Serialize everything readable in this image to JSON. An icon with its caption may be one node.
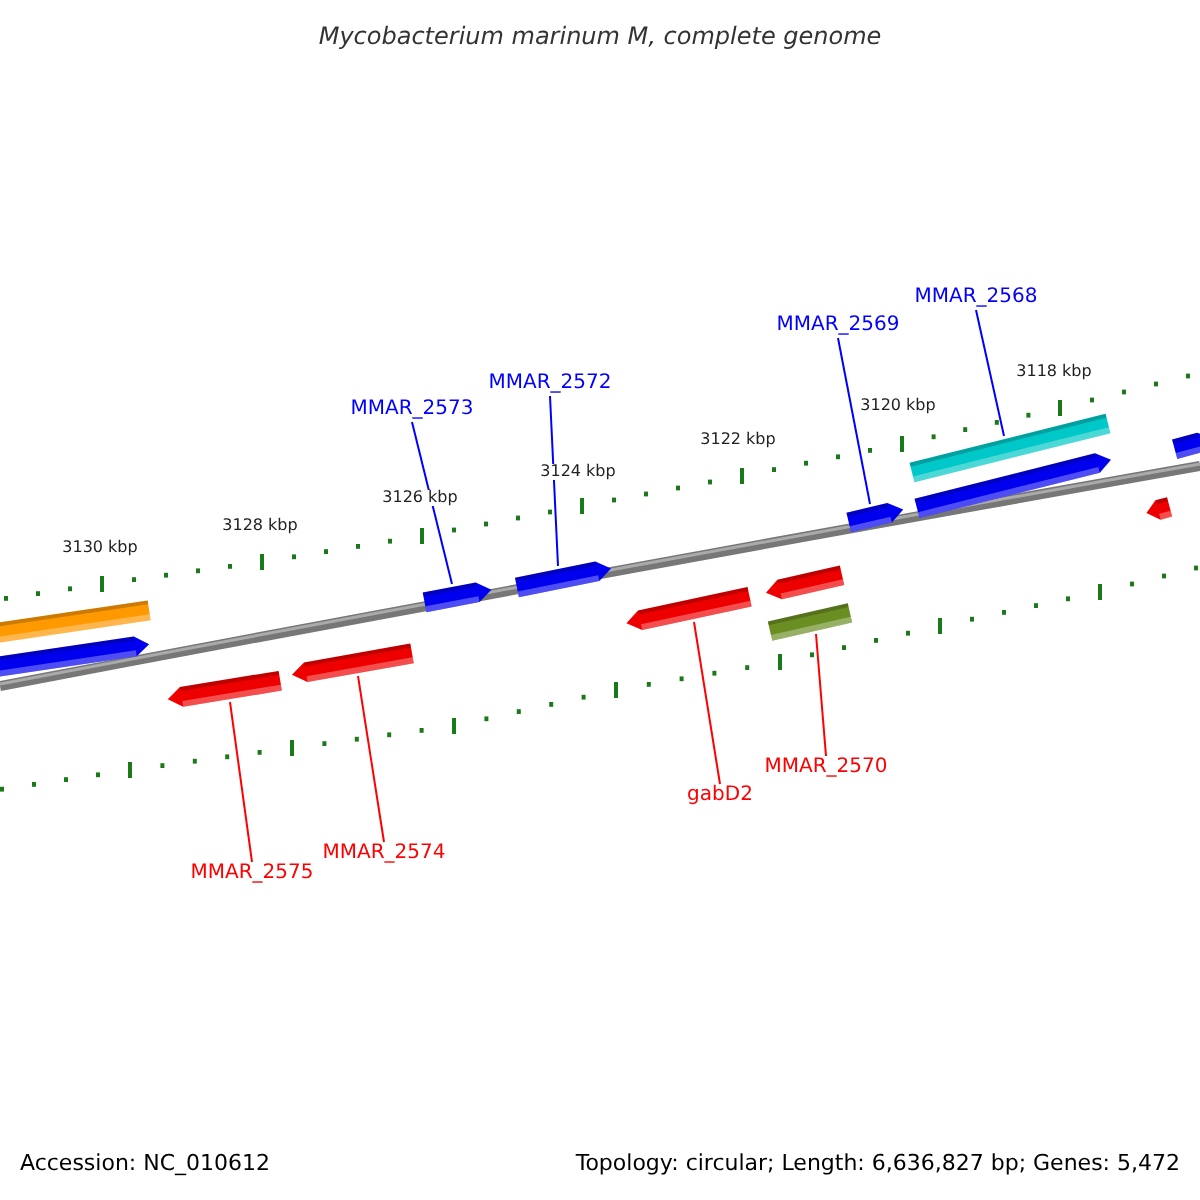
{
  "diagram": {
    "title": "Mycobacterium marinum M, complete genome",
    "nodes": [
      {
        "text": [
          "MMAR_2573"
        ]
      },
      {
        "text": [
          "MMAR_2572"
        ]
      },
      {
        "text": [
          "MMAR_2569"
        ]
      },
      {
        "text": [
          "MMAR_2568"
        ]
      },
      {
        "text": [
          "MMAR_2575"
        ]
      },
      {
        "text": [
          "MMAR_2574"
        ]
      },
      {
        "text": [
          "gabD2"
        ]
      },
      {
        "text": [
          "MMAR_2570"
        ]
      },
      {
        "text": [],
        "shape": "bar"
      },
      {
        "text": [],
        "shape": "arrow"
      },
      {
        "text": [],
        "shape": "arrow"
      },
      {
        "text": [],
        "shape": "arrow"
      },
      {
        "text": [],
        "shape": "arrow"
      },
      {
        "text": [],
        "shape": "arrow"
      },
      {
        "text": [],
        "shape": "arrow"
      },
      {
        "text": [],
        "shape": "arrow"
      },
      {
        "text": [],
        "shape": "bar"
      },
      {
        "text": [],
        "shape": "arrow"
      },
      {
        "text": [],
        "shape": "bar"
      },
      {
        "text": [],
        "shape": "arrow"
      },
      {
        "text": [],
        "shape": "arrow"
      },
      {
        "text": [],
        "shape": "arrow"
      }
    ],
    "edges": [
      {
        "from": 0,
        "to": 10,
        "arrow": "none",
        "color": "#0000ff"
      },
      {
        "from": 1,
        "to": 11,
        "arrow": "none",
        "color": "#0000ff"
      },
      {
        "from": 2,
        "to": 17,
        "arrow": "none",
        "color": "#0000ff"
      },
      {
        "from": 3,
        "to": 18,
        "arrow": "none",
        "color": "#0000ff"
      },
      {
        "from": 4,
        "to": 12,
        "arrow": "none",
        "color": "#ff0000"
      },
      {
        "from": 5,
        "to": 13,
        "arrow": "none",
        "color": "#ff0000"
      },
      {
        "from": 6,
        "to": 14,
        "arrow": "none",
        "color": "#ff0000"
      },
      {
        "from": 7,
        "to": 16,
        "arrow": "none",
        "color": "#ff0000"
      }
    ],
    "labels": [
      "3130 kbp",
      "3128 kbp",
      "3126 kbp",
      "3124 kbp",
      "3122 kbp",
      "3120 kbp",
      "3118 kbp",
      "Accession: NC_010612",
      "Topology: circular; Length: 6,636,827 bp; Genes: 5,472"
    ]
  }
}
